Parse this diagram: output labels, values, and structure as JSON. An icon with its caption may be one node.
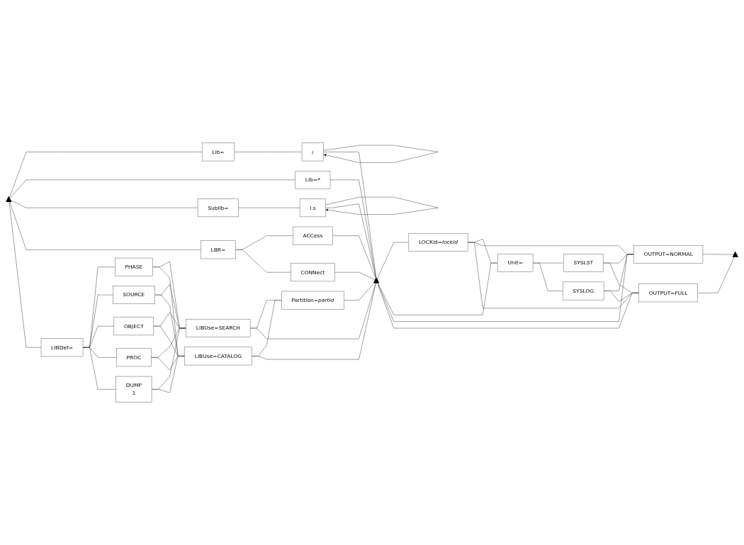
{
  "diagram": {
    "nodes": [
      {
        "text": [],
        "shape": "triangle"
      },
      {
        "text": [
          "Lib="
        ]
      },
      {
        "text": [
          "/"
        ]
      },
      {
        "text": [
          "Lib=*"
        ]
      },
      {
        "text": [
          "Sublib="
        ]
      },
      {
        "text": [
          "l.s"
        ]
      },
      {
        "text": [
          "LBR="
        ]
      },
      {
        "text": [
          "ACCess"
        ]
      },
      {
        "text": [
          "CONNect"
        ]
      },
      {
        "text": [
          "LIBDef="
        ]
      },
      {
        "text": [
          "PHASE"
        ]
      },
      {
        "text": [
          "SOURCE"
        ]
      },
      {
        "text": [
          "OBJECT"
        ]
      },
      {
        "text": [
          "PROC"
        ]
      },
      {
        "text": [
          "DUMP",
          "1"
        ]
      },
      {
        "text": [
          "LIBUse=SEARCH"
        ]
      },
      {
        "text": [
          "LIBUse=CATALOG"
        ]
      },
      {
        "text": [
          "Partition=*partid*"
        ]
      },
      {
        "text": [],
        "shape": "triangle"
      },
      {
        "text": [
          "LOCKid=*lockid*"
        ]
      },
      {
        "text": [
          "Unit="
        ]
      },
      {
        "text": [
          "SYSLST"
        ]
      },
      {
        "text": [
          "SYSLOG"
        ]
      },
      {
        "text": [
          "OUTPUT=NORMAL"
        ]
      },
      {
        "text": [
          "OUTPUT=FULL"
        ]
      },
      {
        "text": [],
        "shape": "triangle"
      }
    ],
    "edges": [
      {
        "from": 0,
        "to": 1,
        "arrow": "none"
      },
      {
        "from": 0,
        "to": 3,
        "arrow": "none"
      },
      {
        "from": 0,
        "to": 4,
        "arrow": "none"
      },
      {
        "from": 0,
        "to": 6,
        "arrow": "none"
      },
      {
        "from": 0,
        "to": 9,
        "arrow": "none"
      },
      {
        "from": 1,
        "to": 2,
        "arrow": "none"
      },
      {
        "from": 2,
        "to": 2,
        "arrow": "to"
      },
      {
        "from": 4,
        "to": 5,
        "arrow": "none"
      },
      {
        "from": 5,
        "to": 5,
        "arrow": "to"
      },
      {
        "from": 6,
        "to": 7,
        "arrow": "none"
      },
      {
        "from": 6,
        "to": 8,
        "arrow": "none"
      },
      {
        "from": 9,
        "to": 10,
        "arrow": "none"
      },
      {
        "from": 9,
        "to": 11,
        "arrow": "none"
      },
      {
        "from": 9,
        "to": 12,
        "arrow": "none"
      },
      {
        "from": 9,
        "to": 13,
        "arrow": "none"
      },
      {
        "from": 9,
        "to": 14,
        "arrow": "none"
      },
      {
        "from": 10,
        "to": 15,
        "arrow": "none"
      },
      {
        "from": 10,
        "to": 16,
        "arrow": "none"
      },
      {
        "from": 11,
        "to": 15,
        "arrow": "none"
      },
      {
        "from": 11,
        "to": 16,
        "arrow": "none"
      },
      {
        "from": 12,
        "to": 15,
        "arrow": "none"
      },
      {
        "from": 12,
        "to": 16,
        "arrow": "none"
      },
      {
        "from": 13,
        "to": 15,
        "arrow": "none"
      },
      {
        "from": 13,
        "to": 16,
        "arrow": "none"
      },
      {
        "from": 14,
        "to": 15,
        "arrow": "none"
      },
      {
        "from": 14,
        "to": 16,
        "arrow": "none"
      },
      {
        "from": 15,
        "to": 17,
        "arrow": "none"
      },
      {
        "from": 16,
        "to": 17,
        "arrow": "none"
      },
      {
        "from": 2,
        "to": 18,
        "arrow": "none"
      },
      {
        "from": 3,
        "to": 18,
        "arrow": "none"
      },
      {
        "from": 5,
        "to": 18,
        "arrow": "none"
      },
      {
        "from": 7,
        "to": 18,
        "arrow": "none"
      },
      {
        "from": 8,
        "to": 18,
        "arrow": "none"
      },
      {
        "from": 15,
        "to": 18,
        "arrow": "none"
      },
      {
        "from": 16,
        "to": 18,
        "arrow": "none"
      },
      {
        "from": 17,
        "to": 18,
        "arrow": "none"
      },
      {
        "from": 18,
        "to": 19,
        "arrow": "none"
      },
      {
        "from": 18,
        "to": 20,
        "arrow": "none"
      },
      {
        "from": 18,
        "to": 23,
        "arrow": "none"
      },
      {
        "from": 18,
        "to": 24,
        "arrow": "none"
      },
      {
        "from": 19,
        "to": 20,
        "arrow": "none"
      },
      {
        "from": 19,
        "to": 23,
        "arrow": "none"
      },
      {
        "from": 19,
        "to": 24,
        "arrow": "none"
      },
      {
        "from": 20,
        "to": 21,
        "arrow": "none"
      },
      {
        "from": 20,
        "to": 22,
        "arrow": "none"
      },
      {
        "from": 21,
        "to": 23,
        "arrow": "none"
      },
      {
        "from": 21,
        "to": 24,
        "arrow": "none"
      },
      {
        "from": 22,
        "to": 23,
        "arrow": "none"
      },
      {
        "from": 22,
        "to": 24,
        "arrow": "none"
      },
      {
        "from": 23,
        "to": 25,
        "arrow": "none"
      },
      {
        "from": 24,
        "to": 25,
        "arrow": "none"
      }
    ]
  }
}
